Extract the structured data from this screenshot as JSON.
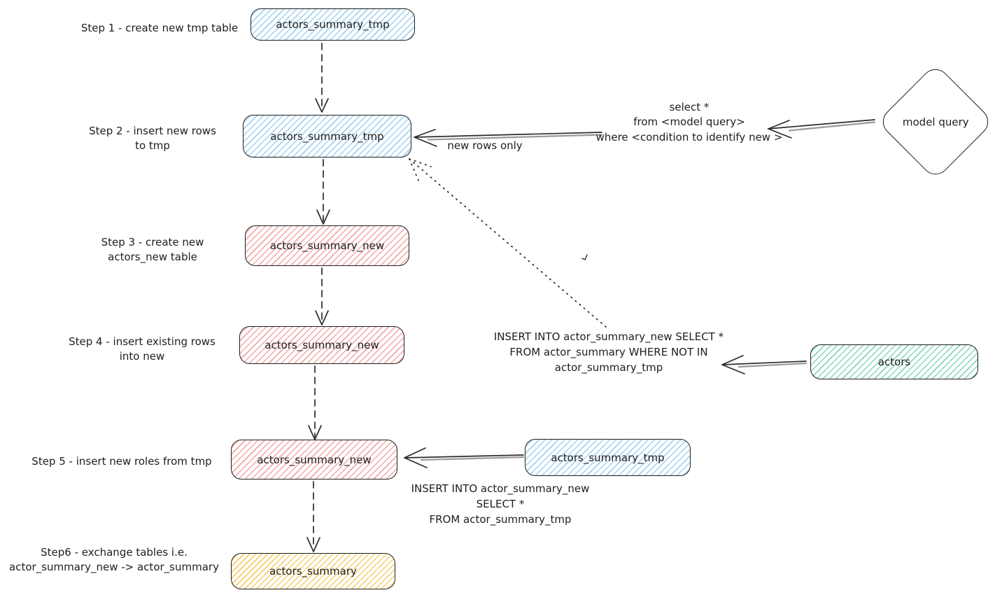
{
  "steps": [
    {
      "label": "Step 1 - create new tmp table",
      "node": "actors_summary_tmp"
    },
    {
      "label": "Step 2 - insert new rows\nto tmp",
      "node": "actors_summary_tmp"
    },
    {
      "label": "Step 3 - create new\nactors_new table",
      "node": "actors_summary_new"
    },
    {
      "label": "Step 4 - insert existing rows\ninto new",
      "node": "actors_summary_new"
    },
    {
      "label": "Step 5 - insert new roles from tmp",
      "node": "actors_summary_new"
    },
    {
      "label": "Step6 - exchange tables i.e.\nactor_summary_new -> actor_summary",
      "node": "actors_summary"
    }
  ],
  "side_nodes": {
    "model_query": "model query",
    "actors": "actors",
    "tmp_source": "actors_summary_tmp"
  },
  "annotations": {
    "new_rows_only": "new rows only",
    "select_query": "select *\nfrom <model query>\nwhere <condition to identify new >",
    "insert_existing": "INSERT INTO actor_summary_new SELECT *\nFROM actor_summary WHERE NOT IN\nactor_summary_tmp",
    "insert_from_tmp": "INSERT INTO actor_summary_new\nSELECT *\nFROM actor_summary_tmp"
  },
  "colors": {
    "blue": "#9fd1f1",
    "pink": "#f4a6a5",
    "green": "#83d6bb",
    "yellow": "#f6cd68",
    "stroke": "#1e1e1e",
    "arrow": "#2b2b2b"
  }
}
